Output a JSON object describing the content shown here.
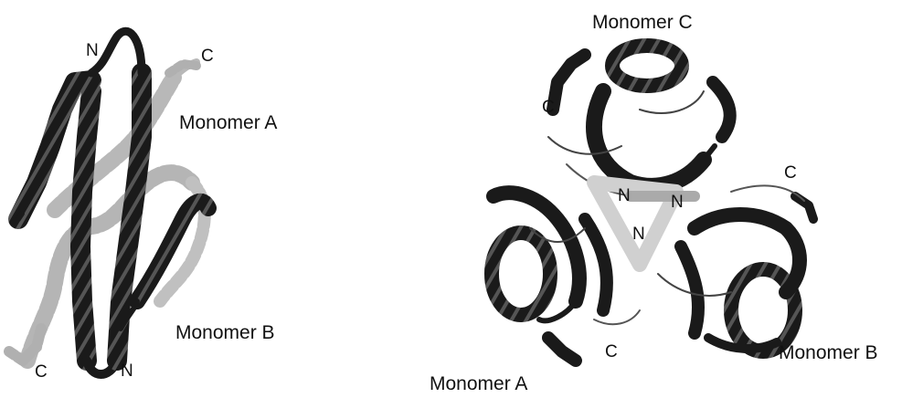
{
  "colors": {
    "dark_chain": "#1a1a1a",
    "light_chain": "#b5b5b5",
    "background": "#ffffff"
  },
  "left_panel": {
    "monomer_a": "Monomer A",
    "monomer_b": "Monomer B",
    "n_top": "N",
    "c_top": "C",
    "n_bottom": "N",
    "c_bottom": "C"
  },
  "right_panel": {
    "monomer_a": "Monomer A",
    "monomer_b": "Monomer B",
    "monomer_c": "Monomer C",
    "n_1": "N",
    "n_2": "N",
    "n_3": "N",
    "c_1": "C",
    "c_2": "C",
    "c_3": "C"
  }
}
